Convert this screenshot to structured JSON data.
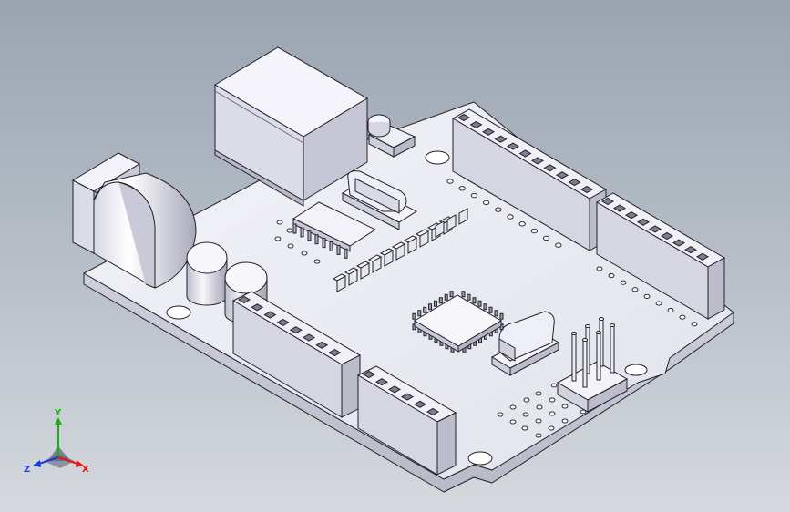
{
  "viewport": {
    "background_top": "#9aa4b1",
    "background_bottom": "#d5d9de",
    "model_color": "#e4e4ee",
    "edge_color": "#20202a"
  },
  "triad": {
    "x_label": "X",
    "y_label": "Y",
    "z_label": "Z",
    "x_color": "#e01818",
    "y_color": "#18b018",
    "z_color": "#1838e0"
  },
  "board": {
    "usb_connector": "usb-b-icon",
    "power_jack": "dc-jack-icon",
    "microcontroller": "qfp-chip-icon",
    "crystals": 2,
    "capacitors": 2,
    "header_icsp": "pin-header-icon"
  }
}
